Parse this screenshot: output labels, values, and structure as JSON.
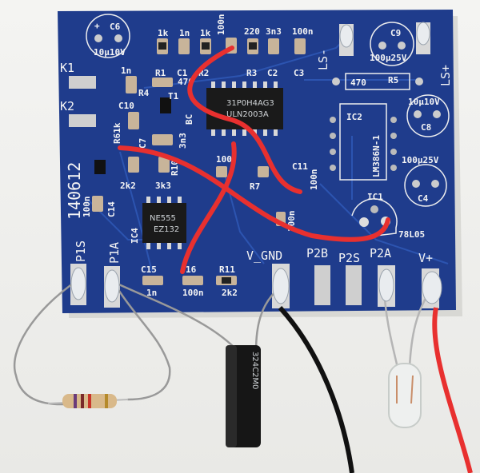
{
  "board": {
    "date_code": "140612",
    "colors": {
      "pcb": "#1f3c8c",
      "silk": "#f4f4f4",
      "wire_red": "#e8302f",
      "wire_black": "#111111"
    },
    "connectors": [
      "K1",
      "K2",
      "P1S",
      "P1A",
      "V_GND",
      "P2B",
      "P2S",
      "P2A",
      "V+",
      "LS-",
      "LS+"
    ],
    "components": {
      "C6": {
        "ref": "C6",
        "value": "10µ10V"
      },
      "C9": {
        "ref": "C9",
        "value": "100µ25V"
      },
      "C8": {
        "ref": "C8",
        "value": "10µ10V"
      },
      "C4": {
        "ref": "C4",
        "value": "100µ25V"
      },
      "R1": {
        "ref": "R1",
        "value": "1k"
      },
      "C1": {
        "ref": "C1",
        "value": "1n"
      },
      "R2": {
        "ref": "R2",
        "value": "1k"
      },
      "C5": {
        "value": "100n"
      },
      "R3": {
        "ref": "R3",
        "value": "220"
      },
      "C2": {
        "ref": "C2",
        "value": "3n3"
      },
      "C3": {
        "ref": "C3",
        "value": "100n"
      },
      "R4": {
        "ref": "R4",
        "value": "1n"
      },
      "C10": {
        "ref": "C10"
      },
      "R6": {
        "value": "R61k"
      },
      "C7": {
        "ref": "C7",
        "value": "3n3"
      },
      "R5": {
        "ref": "R5",
        "value": "470"
      },
      "R9": {
        "value": "2k2"
      },
      "R10": {
        "ref": "R10",
        "value": "3k3"
      },
      "C14": {
        "ref": "C14",
        "value": "100n"
      },
      "C12": {
        "value": "100"
      },
      "R7": {
        "ref": "R7"
      },
      "C11": {
        "ref": "C11",
        "value": "100n"
      },
      "C13": {
        "value": "100n"
      },
      "C15": {
        "ref": "C15",
        "value": "1n"
      },
      "C16": {
        "value": "100n",
        "ref": "16"
      },
      "R11": {
        "ref": "R11",
        "value": "2k2"
      },
      "IC1": {
        "ref": "IC1",
        "value": "78L05"
      },
      "IC2": {
        "ref": "IC2",
        "value": "LM386N-1"
      },
      "IC3": {
        "marking1": "31P0H4AG3",
        "marking2": "ULN2003A"
      },
      "IC4": {
        "ref": "IC4",
        "marking1": "NE555",
        "marking2": "EZ132"
      },
      "T1": {
        "ref": "T1",
        "value": "BC"
      },
      "R1_top": {
        "value": "470"
      }
    },
    "electrolytic_marking": "324C2M0"
  }
}
